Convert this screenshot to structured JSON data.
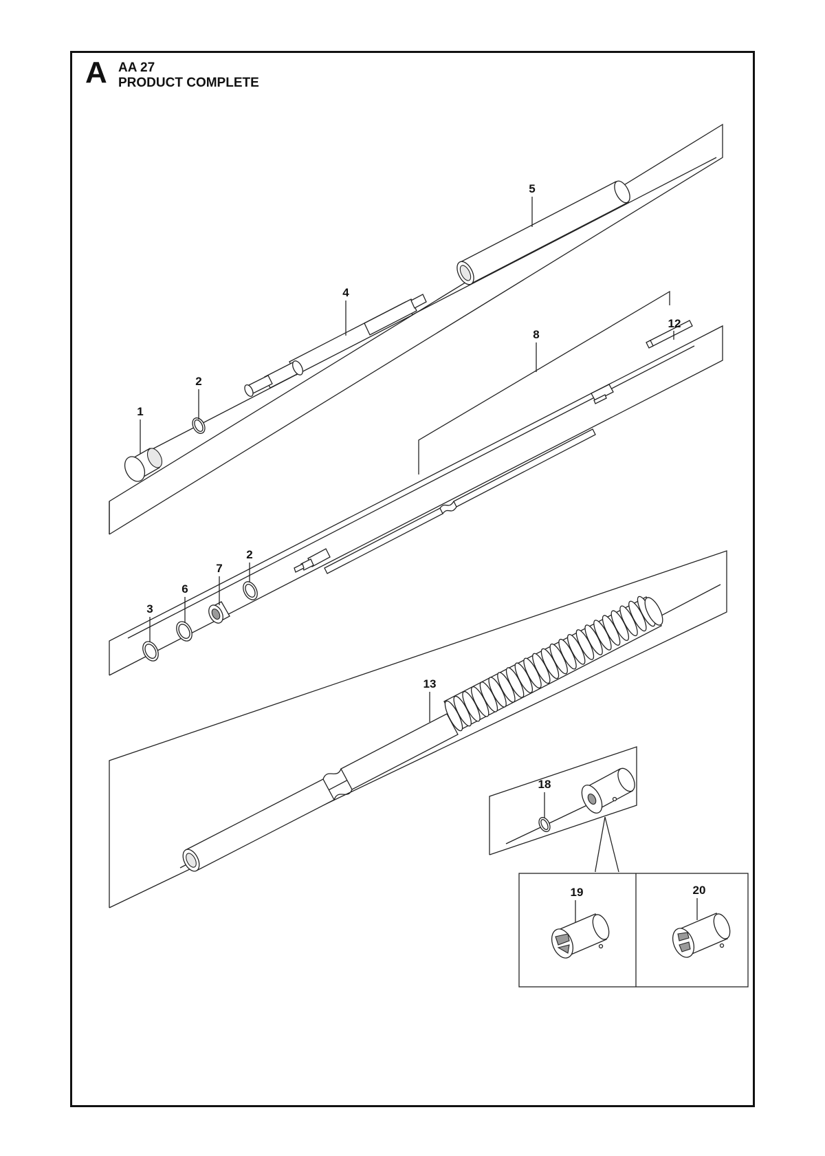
{
  "header": {
    "section_letter": "A",
    "section_code": "AA 27",
    "section_title": "PRODUCT COMPLETE"
  },
  "callouts": {
    "c1": "1",
    "c2a": "2",
    "c2b": "2",
    "c3": "3",
    "c4": "4",
    "c5": "5",
    "c6": "6",
    "c7": "7",
    "c8": "8",
    "c12": "12",
    "c13": "13",
    "c18": "18",
    "c19": "19",
    "c20": "20"
  }
}
